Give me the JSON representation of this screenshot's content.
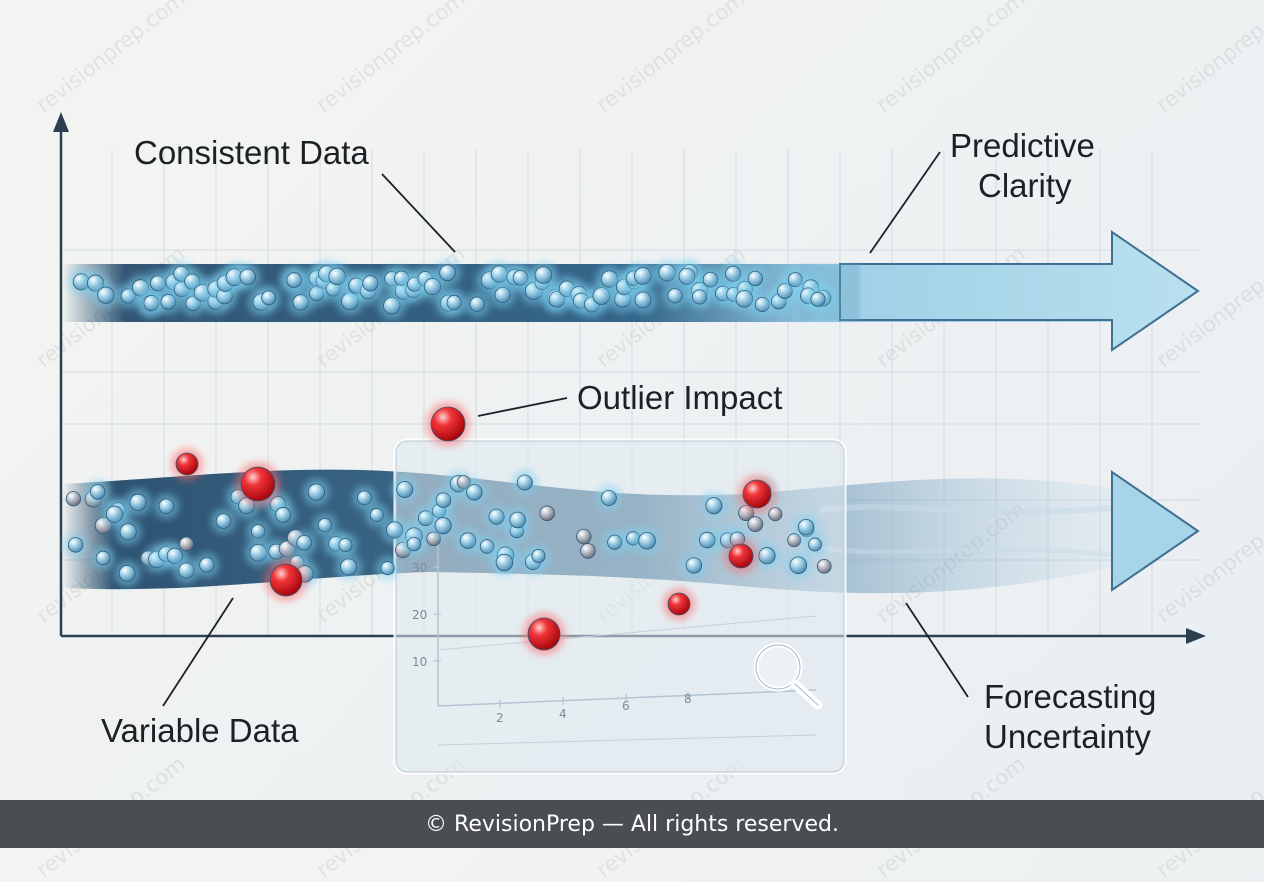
{
  "labels": {
    "consistent": "Consistent Data",
    "predictive": [
      "Predictive",
      "Clarity"
    ],
    "outlier": "Outlier Impact",
    "variable": "Variable Data",
    "forecasting": [
      "Forecasting",
      "Uncertainty"
    ]
  },
  "inset": {
    "y_ticks": [
      "30",
      "20",
      "10"
    ],
    "x_ticks": [
      "2",
      "4",
      "6",
      "8"
    ]
  },
  "watermark": "revisionprep.com",
  "footer": "© RevisionPrep — All rights reserved.",
  "colors": {
    "stream_dark": "#1d4566",
    "stream_light": "#9fd0e6",
    "bead": "#8fc6e0",
    "outlier": "#e8242a",
    "axis": "#2c3e50"
  }
}
